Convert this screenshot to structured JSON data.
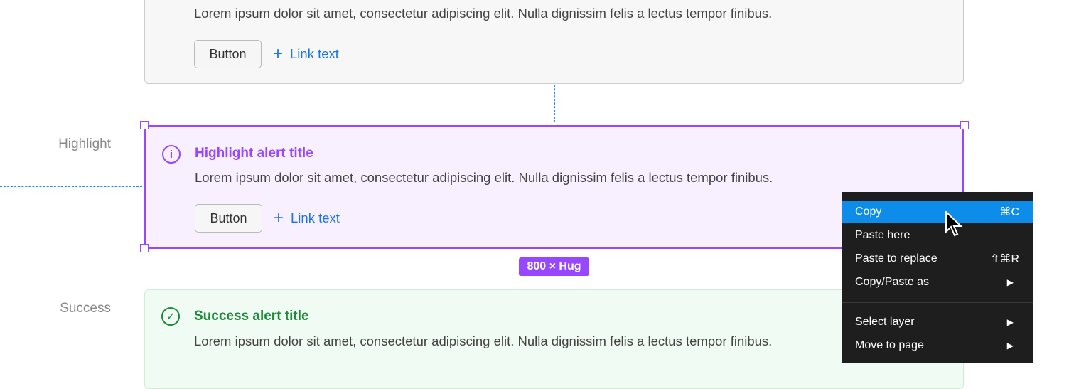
{
  "labels": {
    "highlight": "Highlight",
    "success": "Success"
  },
  "neutral": {
    "body": "Lorem ipsum dolor sit amet, consectetur adipiscing elit. Nulla dignissim felis a lectus tempor finibus.",
    "button": "Button",
    "link": "Link text"
  },
  "highlight": {
    "title": "Highlight alert title",
    "body": "Lorem ipsum dolor sit amet, consectetur adipiscing elit. Nulla dignissim felis a lectus tempor finibus.",
    "button": "Button",
    "link": "Link text",
    "icon": "info-icon",
    "color": "#9747ff"
  },
  "success": {
    "title": "Success alert title",
    "body": "Lorem ipsum dolor sit amet, consectetur adipiscing elit. Nulla dignissim felis a lectus tempor finibus.",
    "icon": "check-circle-icon",
    "color": "#1e8a3c"
  },
  "size_badge": "800 × Hug",
  "menu": {
    "items": [
      {
        "label": "Copy",
        "shortcut": "⌘C"
      },
      {
        "label": "Paste here",
        "shortcut": ""
      },
      {
        "label": "Paste to replace",
        "shortcut": "⇧⌘R"
      },
      {
        "label": "Copy/Paste as",
        "shortcut": "▶"
      },
      {
        "label": "Select layer",
        "shortcut": "▶"
      },
      {
        "label": "Move to page",
        "shortcut": "▶"
      }
    ]
  }
}
